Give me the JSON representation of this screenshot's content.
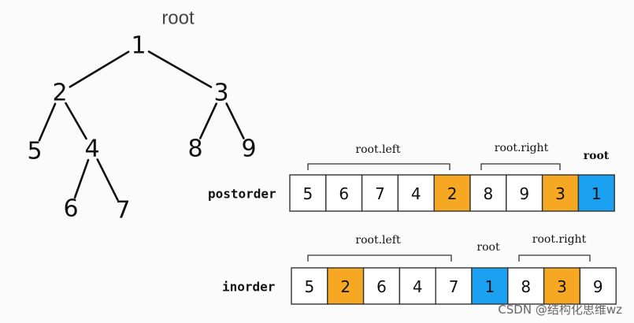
{
  "tree": {
    "root_caption": "root",
    "nodes": [
      {
        "id": "n1",
        "label": "1"
      },
      {
        "id": "n2",
        "label": "2"
      },
      {
        "id": "n3",
        "label": "3"
      },
      {
        "id": "n5",
        "label": "5"
      },
      {
        "id": "n4",
        "label": "4"
      },
      {
        "id": "n8",
        "label": "8"
      },
      {
        "id": "n9",
        "label": "9"
      },
      {
        "id": "n6",
        "label": "6"
      },
      {
        "id": "n7",
        "label": "7"
      }
    ],
    "edges": [
      [
        "n1",
        "n2"
      ],
      [
        "n1",
        "n3"
      ],
      [
        "n2",
        "n5"
      ],
      [
        "n2",
        "n4"
      ],
      [
        "n3",
        "n8"
      ],
      [
        "n3",
        "n9"
      ],
      [
        "n4",
        "n6"
      ],
      [
        "n4",
        "n7"
      ]
    ]
  },
  "colors": {
    "root": "#1ba1f2",
    "subroot": "#f7a823",
    "plain": "#ffffff"
  },
  "postorder": {
    "label": "postorder",
    "cells": [
      {
        "value": "5",
        "role": "plain"
      },
      {
        "value": "6",
        "role": "plain"
      },
      {
        "value": "7",
        "role": "plain"
      },
      {
        "value": "4",
        "role": "plain"
      },
      {
        "value": "2",
        "role": "subroot"
      },
      {
        "value": "8",
        "role": "plain"
      },
      {
        "value": "9",
        "role": "plain"
      },
      {
        "value": "3",
        "role": "subroot"
      },
      {
        "value": "1",
        "role": "root"
      }
    ],
    "annotations": {
      "left": "root.left",
      "right": "root.right",
      "root": "root"
    }
  },
  "inorder": {
    "label": "inorder",
    "cells": [
      {
        "value": "5",
        "role": "plain"
      },
      {
        "value": "2",
        "role": "subroot"
      },
      {
        "value": "6",
        "role": "plain"
      },
      {
        "value": "4",
        "role": "plain"
      },
      {
        "value": "7",
        "role": "plain"
      },
      {
        "value": "1",
        "role": "root"
      },
      {
        "value": "8",
        "role": "plain"
      },
      {
        "value": "3",
        "role": "subroot"
      },
      {
        "value": "9",
        "role": "plain"
      }
    ],
    "annotations": {
      "left": "root.left",
      "root": "root",
      "right": "root.right"
    }
  },
  "watermark": "CSDN @结构化思维wz"
}
